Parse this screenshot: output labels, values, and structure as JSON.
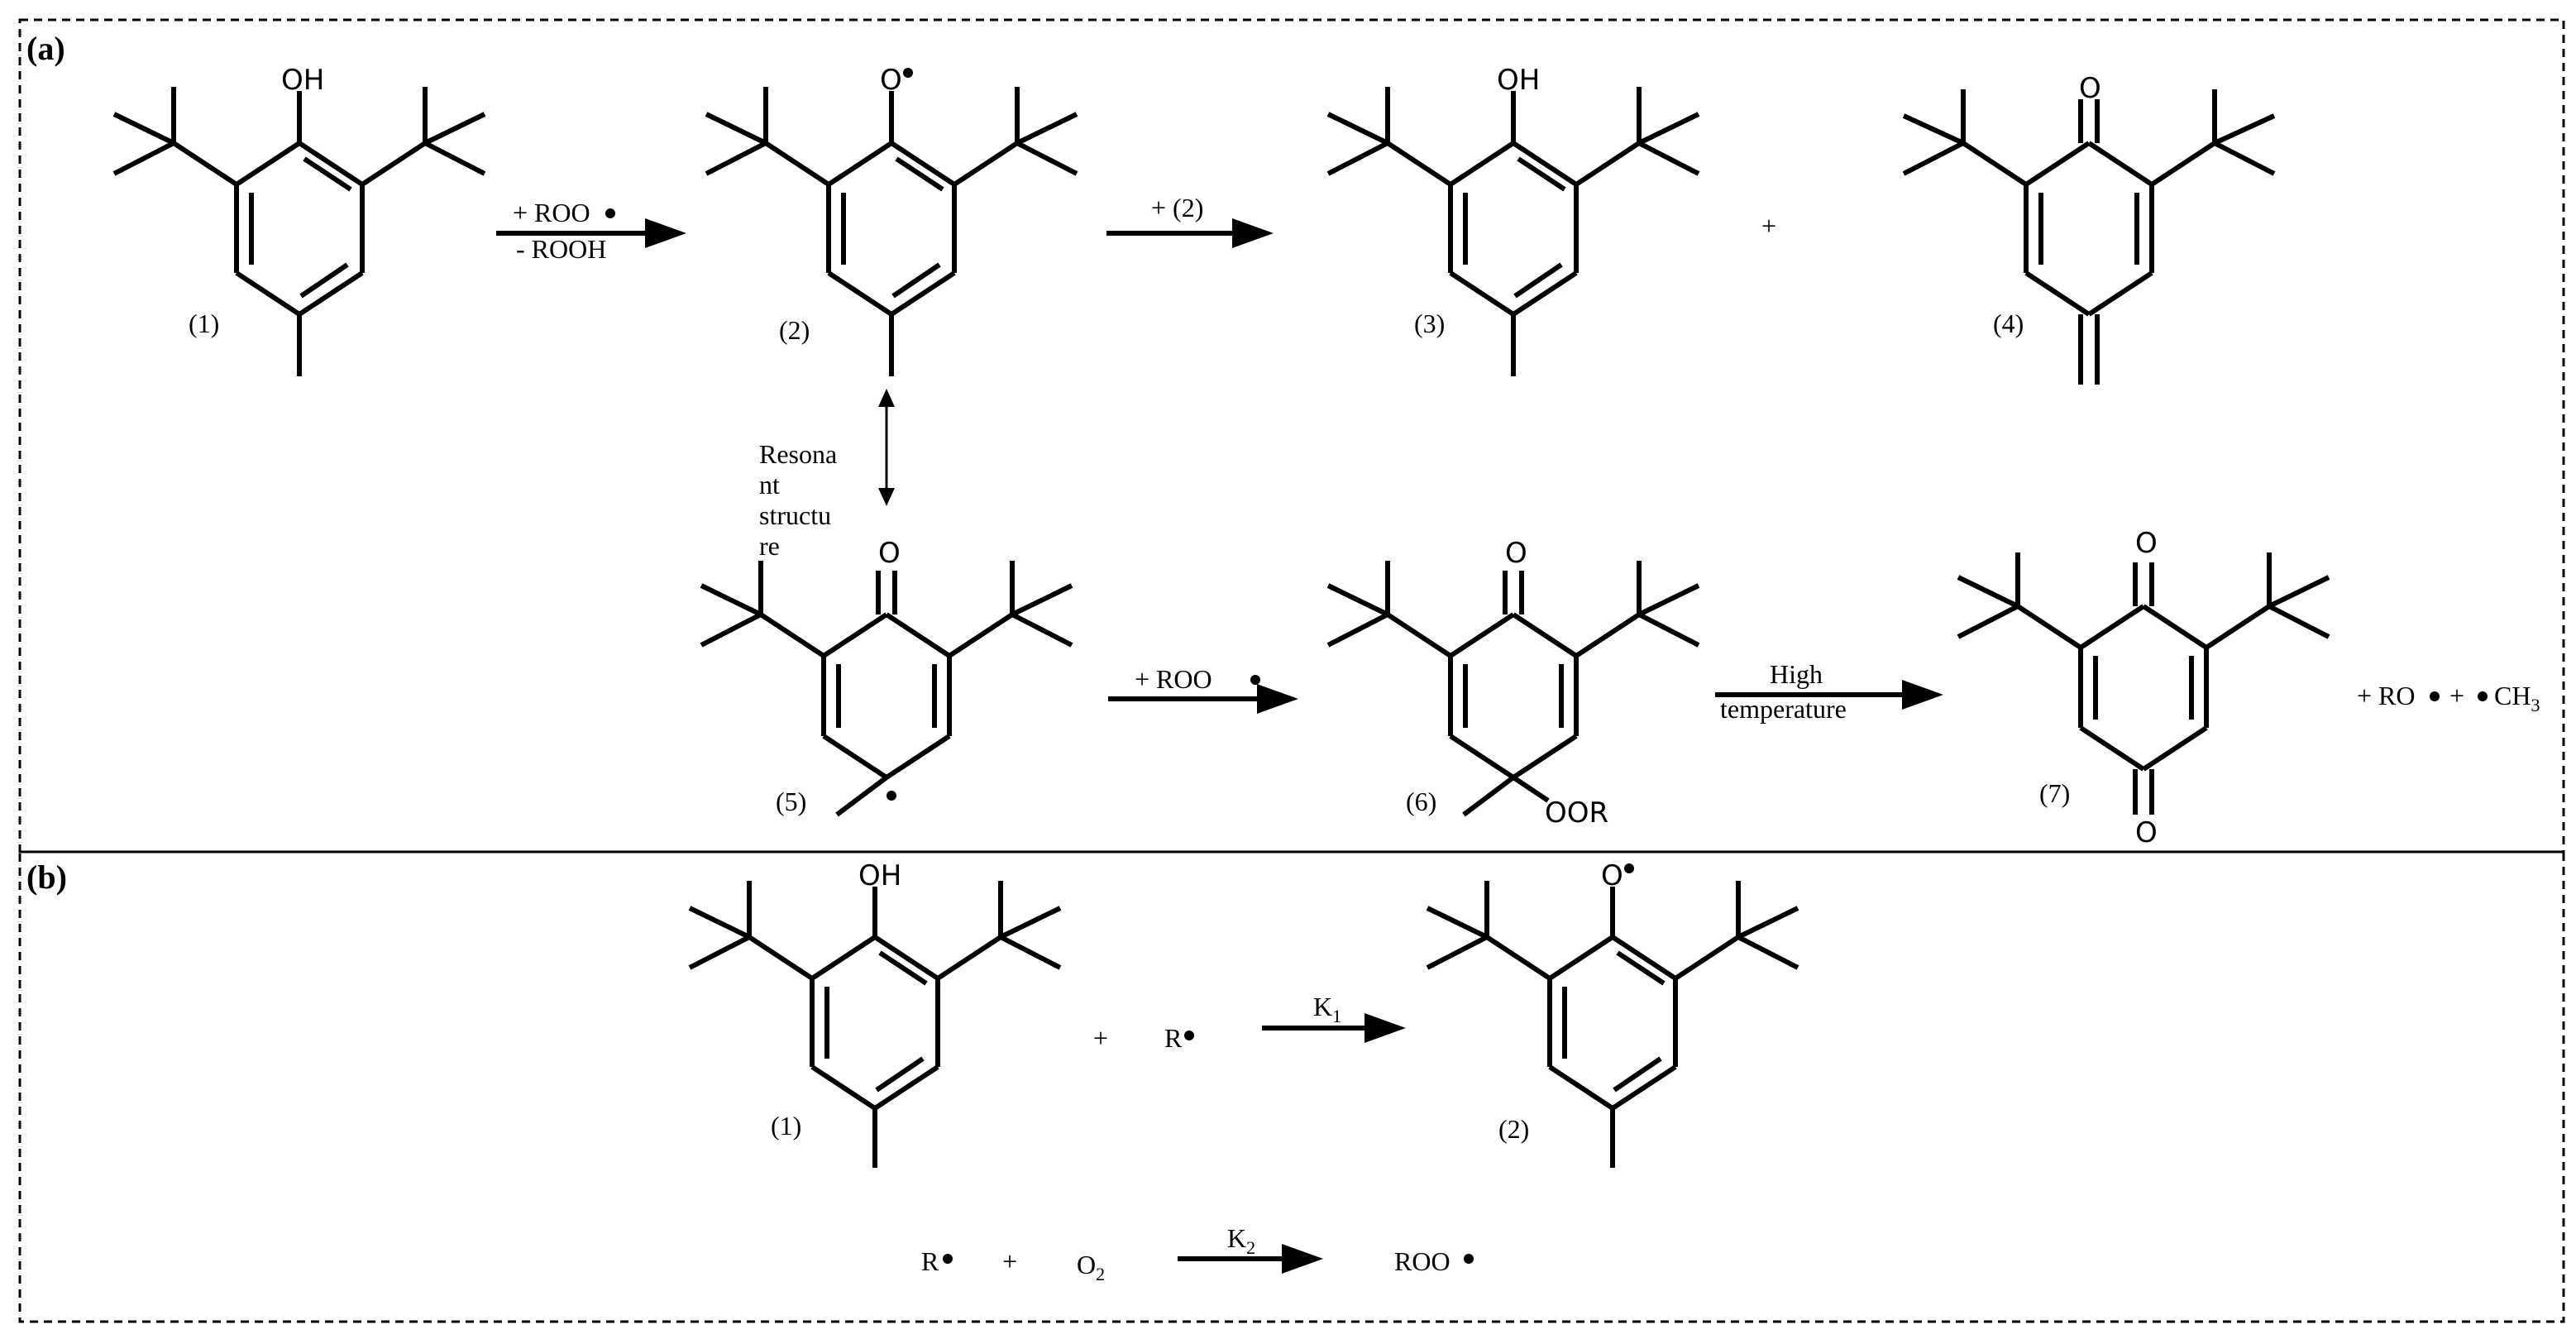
{
  "panel_labels": {
    "a": "(a)",
    "b": "(b)"
  },
  "compound_labels": {
    "c1": "(1)",
    "c2": "(2)",
    "c3": "(3)",
    "c4": "(4)",
    "c5": "(5)",
    "c6": "(6)",
    "c7": "(7)",
    "b1": "(1)",
    "b2": "(2)"
  },
  "atoms": {
    "oh": "OH",
    "o": "O",
    "oor": "OOR"
  },
  "reactions": {
    "r1_top": "+ ROO",
    "r1_bottom": "- ROOH",
    "r2_top": "+ (2)",
    "plus": "+",
    "resonance": [
      "Resona",
      "nt",
      "structu",
      "re"
    ],
    "r3_top": "+ ROO",
    "r4_top": "High",
    "r4_bottom": "temperature",
    "products_ro": "+ RO",
    "products_plus": "+",
    "products_ch3": "CH",
    "products_ch3_sub": "3",
    "b_plus1": "+",
    "b_r": "R",
    "b_k1": "K",
    "b_k1_sub": "1",
    "b_r2": "R",
    "b_plus2": "+",
    "b_o2": "O",
    "b_o2_sub": "2",
    "b_k2": "K",
    "b_k2_sub": "2",
    "b_roo": "ROO"
  }
}
